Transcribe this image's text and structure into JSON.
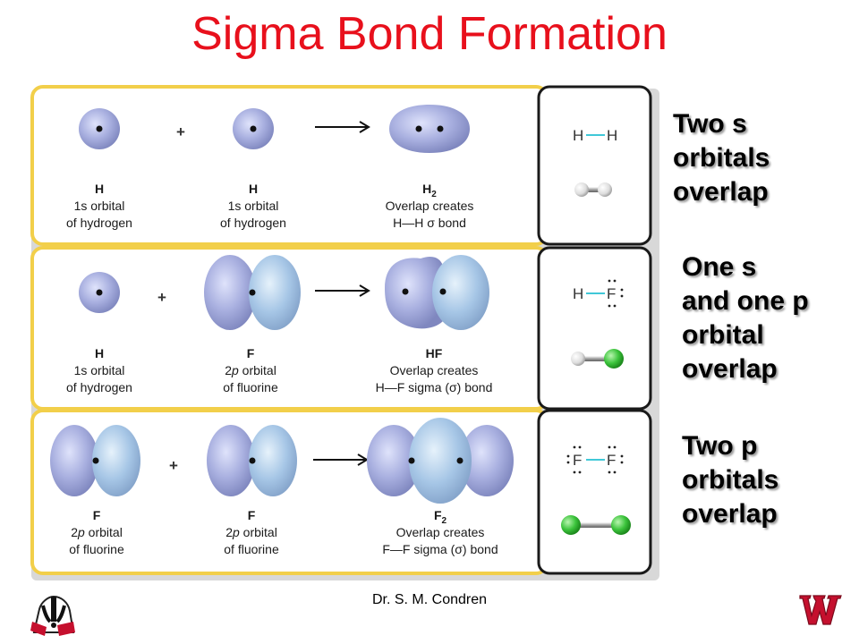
{
  "slide": {
    "title": "Sigma Bond Formation",
    "footer": "Dr. S. M. Condren"
  },
  "figure": {
    "rows": [
      {
        "items": [
          {
            "name": "H",
            "desc1": "1s orbital",
            "desc2": "of hydrogen"
          },
          {
            "name": "H",
            "desc1": "1s orbital",
            "desc2": "of hydrogen"
          },
          {
            "name": "H",
            "sub": "2",
            "desc1": "Overlap creates",
            "desc2": "H—H σ bond"
          }
        ],
        "operator": "+",
        "arrow": "⟶",
        "lewis": {
          "left": "H",
          "right": "H"
        }
      },
      {
        "items": [
          {
            "name": "H",
            "desc1": "1s orbital",
            "desc2": "of hydrogen"
          },
          {
            "name": "F",
            "desc1": "2",
            "desc1_italic": "p",
            "desc1_rest": " orbital",
            "desc2": "of fluorine"
          },
          {
            "name": "HF",
            "desc1": "Overlap creates",
            "desc2": "H—F sigma (σ) bond"
          }
        ],
        "operator": "+",
        "arrow": "⟶",
        "lewis": {
          "left": "H",
          "right": "F"
        }
      },
      {
        "items": [
          {
            "name": "F",
            "desc1": "2",
            "desc1_italic": "p",
            "desc1_rest": " orbital",
            "desc2": "of fluorine"
          },
          {
            "name": "F",
            "desc1": "2",
            "desc1_italic": "p",
            "desc1_rest": " orbital",
            "desc2": "of fluorine"
          },
          {
            "name": "F",
            "sub": "2",
            "desc1": "Overlap creates",
            "desc2": "F—F sigma (σ) bond"
          }
        ],
        "operator": "+",
        "arrow": "⟶",
        "lewis": {
          "left": "F",
          "right": "F"
        }
      }
    ]
  },
  "captions": [
    {
      "lines": [
        "Two s",
        "orbitals",
        "overlap"
      ]
    },
    {
      "lines": [
        "One s",
        "and one p",
        "orbital",
        "overlap"
      ]
    },
    {
      "lines": [
        "Two p",
        "orbitals",
        "overlap"
      ]
    }
  ],
  "colors": {
    "title": "#e8101c",
    "panel_border": "#f2cf4a",
    "orbital_fill": "#aab0e0",
    "fluorine_atom": "#38c038",
    "hydrogen_atom": "#e6e6e6",
    "bond_line": "#40c8d8"
  },
  "logos": {
    "left": "badger-mascot-icon",
    "right": "wisconsin-w-logo"
  }
}
